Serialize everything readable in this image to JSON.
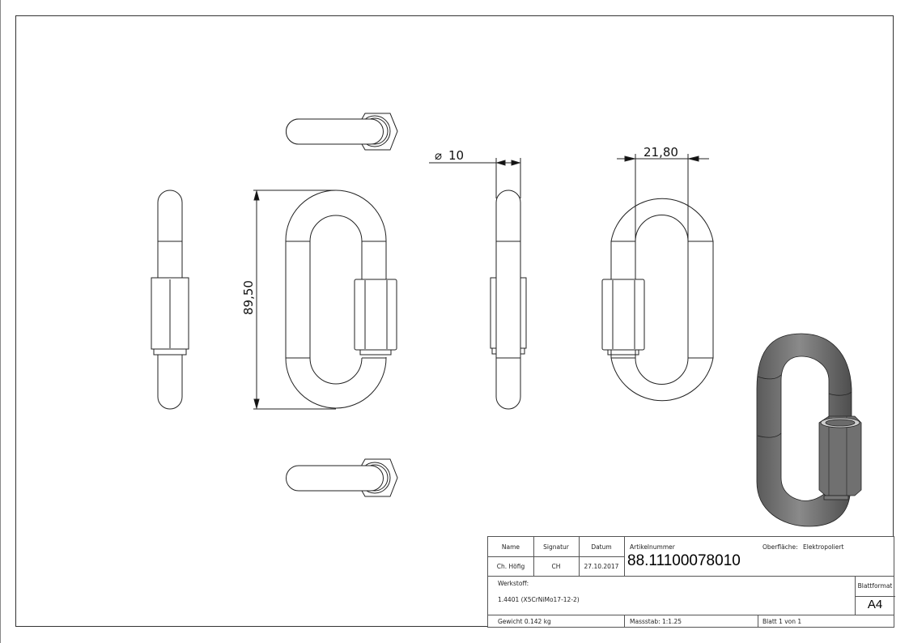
{
  "drawing": {
    "dimensions": {
      "overall_length": "89,50",
      "wire_diameter": "10",
      "wire_diameter_symbol": "⌀",
      "inner_width": "21,80"
    },
    "views": [
      "top-view",
      "left-side-view",
      "front-view",
      "right-side-view",
      "rear-view",
      "bottom-view",
      "isometric-view"
    ],
    "isometric_color": "#6b6b6b"
  },
  "title_block": {
    "headers": {
      "name": "Name",
      "signature": "Signatur",
      "date": "Datum",
      "article_number": "Artikelnummer",
      "surface": "Oberfläche:",
      "material": "Werkstoff:",
      "sheet_format": "Blattformat"
    },
    "values": {
      "name": "Ch. Höfig",
      "signature": "CH",
      "date": "27.10.2017",
      "article_number": "88.11100078010",
      "surface": "Elektropoliert",
      "material": "1.4401 (X5CrNiMo17-12-2)",
      "sheet_format": "A4"
    },
    "footer": {
      "weight": "Gewicht 0.142 kg",
      "scale": "Massstab: 1:1.25",
      "sheet": "Blatt 1 von 1"
    }
  }
}
